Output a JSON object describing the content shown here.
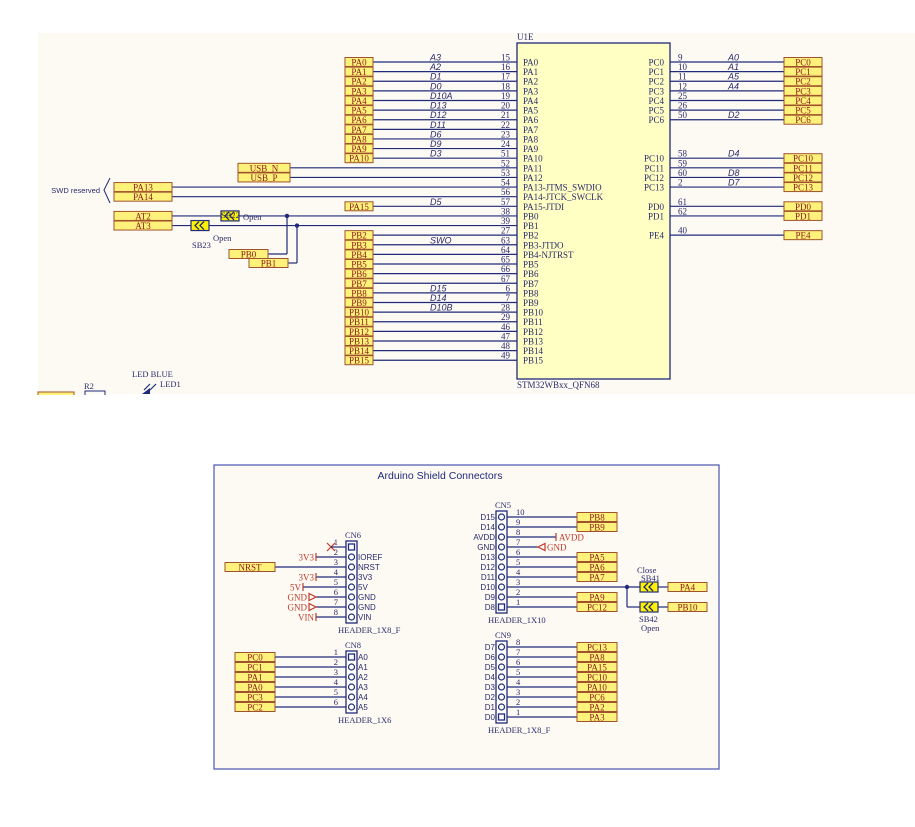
{
  "colors": {
    "wire": "#1f2a7a",
    "label_fill": "#fff27a",
    "label_border": "#a0522d",
    "label_text": "#8b1a1a",
    "chip_fill": "#ffffc4",
    "power": "#c0392b",
    "panel_bg": "#fdfaf4"
  },
  "top": {
    "chip": {
      "ref": "U1E",
      "part": "STM32WBxx_QFN68"
    },
    "left_pins": [
      {
        "name": "PA0",
        "pin": "15",
        "signal": "A3",
        "net": "PA0"
      },
      {
        "name": "PA1",
        "pin": "16",
        "signal": "A2",
        "net": "PA1"
      },
      {
        "name": "PA2",
        "pin": "17",
        "signal": "D1",
        "net": "PA2"
      },
      {
        "name": "PA3",
        "pin": "18",
        "signal": "D0",
        "net": "PA3"
      },
      {
        "name": "PA4",
        "pin": "19",
        "signal": "D10A",
        "net": "PA4"
      },
      {
        "name": "PA5",
        "pin": "20",
        "signal": "D13",
        "net": "PA5"
      },
      {
        "name": "PA6",
        "pin": "21",
        "signal": "D12",
        "net": "PA6"
      },
      {
        "name": "PA7",
        "pin": "22",
        "signal": "D11",
        "net": "PA7"
      },
      {
        "name": "PA8",
        "pin": "23",
        "signal": "D6",
        "net": "PA8"
      },
      {
        "name": "PA9",
        "pin": "24",
        "signal": "D9",
        "net": "PA9"
      },
      {
        "name": "PA10",
        "pin": "51",
        "signal": "D3",
        "net": "PA10"
      },
      {
        "name": "PA11",
        "pin": "52",
        "signal": "",
        "net": "USB_N"
      },
      {
        "name": "PA12",
        "pin": "53",
        "signal": "",
        "net": "USB_P"
      },
      {
        "name": "PA13-JTMS_SWDIO",
        "pin": "54",
        "signal": "",
        "net": "PA13"
      },
      {
        "name": "PA14-JTCK_SWCLK",
        "pin": "56",
        "signal": "",
        "net": "PA14"
      },
      {
        "name": "PA15-JTDI",
        "pin": "57",
        "signal": "D5",
        "net": "PA15"
      },
      {
        "name": "PB0",
        "pin": "38",
        "signal": "",
        "net": ""
      },
      {
        "name": "PB1",
        "pin": "39",
        "signal": "",
        "net": ""
      },
      {
        "name": "PB2",
        "pin": "27",
        "signal": "",
        "net": "PB2"
      },
      {
        "name": "PB3-JTDO",
        "pin": "63",
        "signal": "SWO",
        "net": "PB3"
      },
      {
        "name": "PB4-NJTRST",
        "pin": "64",
        "signal": "",
        "net": "PB4"
      },
      {
        "name": "PB5",
        "pin": "65",
        "signal": "",
        "net": "PB5"
      },
      {
        "name": "PB6",
        "pin": "66",
        "signal": "",
        "net": "PB6"
      },
      {
        "name": "PB7",
        "pin": "67",
        "signal": "",
        "net": "PB7"
      },
      {
        "name": "PB8",
        "pin": "6",
        "signal": "D15",
        "net": "PB8"
      },
      {
        "name": "PB9",
        "pin": "7",
        "signal": "D14",
        "net": "PB9"
      },
      {
        "name": "PB10",
        "pin": "28",
        "signal": "D10B",
        "net": "PB10"
      },
      {
        "name": "PB11",
        "pin": "29",
        "signal": "",
        "net": "PB11"
      },
      {
        "name": "PB12",
        "pin": "46",
        "signal": "",
        "net": "PB12"
      },
      {
        "name": "PB13",
        "pin": "47",
        "signal": "",
        "net": "PB13"
      },
      {
        "name": "PB14",
        "pin": "48",
        "signal": "",
        "net": "PB14"
      },
      {
        "name": "PB15",
        "pin": "49",
        "signal": "",
        "net": "PB15"
      }
    ],
    "right_pins": [
      {
        "name": "PC0",
        "pin": "9",
        "signal": "A0",
        "net": "PC0"
      },
      {
        "name": "PC1",
        "pin": "10",
        "signal": "A1",
        "net": "PC1"
      },
      {
        "name": "PC2",
        "pin": "11",
        "signal": "A5",
        "net": "PC2"
      },
      {
        "name": "PC3",
        "pin": "12",
        "signal": "A4",
        "net": "PC3"
      },
      {
        "name": "PC4",
        "pin": "25",
        "signal": "",
        "net": "PC4"
      },
      {
        "name": "PC5",
        "pin": "26",
        "signal": "",
        "net": "PC5"
      },
      {
        "name": "PC6",
        "pin": "50",
        "signal": "D2",
        "net": "PC6"
      },
      {
        "name": "PC10",
        "pin": "58",
        "signal": "D4",
        "net": "PC10"
      },
      {
        "name": "PC11",
        "pin": "59",
        "signal": "",
        "net": "PC11"
      },
      {
        "name": "PC12",
        "pin": "60",
        "signal": "D8",
        "net": "PC12"
      },
      {
        "name": "PC13",
        "pin": "2",
        "signal": "D7",
        "net": "PC13"
      },
      {
        "name": "PD0",
        "pin": "61",
        "signal": "",
        "net": "PD0"
      },
      {
        "name": "PD1",
        "pin": "62",
        "signal": "",
        "net": "PD1"
      },
      {
        "name": "PE4",
        "pin": "40",
        "signal": "",
        "net": "PE4"
      }
    ],
    "swd_note": "SWD reserved",
    "at_nets": [
      "AT2",
      "AT3"
    ],
    "pb_nets": [
      "PB0",
      "PB1"
    ],
    "sb22": {
      "ref": "SB22",
      "state": "Open"
    },
    "sb23": {
      "ref": "SB23",
      "state": "Open"
    },
    "led": {
      "title": "LED BLUE",
      "ref": "LED1"
    },
    "resistor": "R2"
  },
  "bottom": {
    "title": "Arduino Shield Connectors",
    "cn6": {
      "ref": "CN6",
      "part": "HEADER_1X8_F",
      "pins": [
        {
          "num": "1",
          "name": "",
          "net": ""
        },
        {
          "num": "2",
          "name": "IOREF",
          "net": "3V3"
        },
        {
          "num": "3",
          "name": "NRST",
          "net": "NRST"
        },
        {
          "num": "4",
          "name": "3V3",
          "net": "3V3"
        },
        {
          "num": "5",
          "name": "5V",
          "net": "5V"
        },
        {
          "num": "6",
          "name": "GND",
          "net": "GND"
        },
        {
          "num": "7",
          "name": "GND",
          "net": "GND"
        },
        {
          "num": "8",
          "name": "VIN",
          "net": "VIN"
        }
      ]
    },
    "cn8": {
      "ref": "CN8",
      "part": "HEADER_1X6",
      "pins": [
        {
          "num": "1",
          "name": "A0",
          "net": "PC0"
        },
        {
          "num": "2",
          "name": "A1",
          "net": "PC1"
        },
        {
          "num": "3",
          "name": "A2",
          "net": "PA1"
        },
        {
          "num": "4",
          "name": "A3",
          "net": "PA0"
        },
        {
          "num": "5",
          "name": "A4",
          "net": "PC3"
        },
        {
          "num": "6",
          "name": "A5",
          "net": "PC2"
        }
      ]
    },
    "cn5": {
      "ref": "CN5",
      "part": "HEADER_1X10",
      "pins": [
        {
          "num": "10",
          "name": "D15",
          "net": "PB8"
        },
        {
          "num": "9",
          "name": "D14",
          "net": "PB9"
        },
        {
          "num": "8",
          "name": "AVDD",
          "net": "AVDD"
        },
        {
          "num": "7",
          "name": "GND",
          "net": "GND"
        },
        {
          "num": "6",
          "name": "D13",
          "net": "PA5"
        },
        {
          "num": "5",
          "name": "D12",
          "net": "PA6"
        },
        {
          "num": "4",
          "name": "D11",
          "net": "PA7"
        },
        {
          "num": "3",
          "name": "D10",
          "net": ""
        },
        {
          "num": "2",
          "name": "D9",
          "net": "PA9"
        },
        {
          "num": "1",
          "name": "D8",
          "net": "PC12"
        }
      ]
    },
    "cn9": {
      "ref": "CN9",
      "part": "HEADER_1X8_F",
      "pins": [
        {
          "num": "8",
          "name": "D7",
          "net": "PC13"
        },
        {
          "num": "7",
          "name": "D6",
          "net": "PA8"
        },
        {
          "num": "6",
          "name": "D5",
          "net": "PA15"
        },
        {
          "num": "5",
          "name": "D4",
          "net": "PC10"
        },
        {
          "num": "4",
          "name": "D3",
          "net": "PA10"
        },
        {
          "num": "3",
          "name": "D2",
          "net": "PC6"
        },
        {
          "num": "2",
          "name": "D1",
          "net": "PA2"
        },
        {
          "num": "1",
          "name": "D0",
          "net": "PA3"
        }
      ]
    },
    "sb41": {
      "ref": "SB41",
      "state": "Close",
      "net": "PA4"
    },
    "sb42": {
      "ref": "SB42",
      "state": "Open",
      "net": "PB10"
    }
  }
}
